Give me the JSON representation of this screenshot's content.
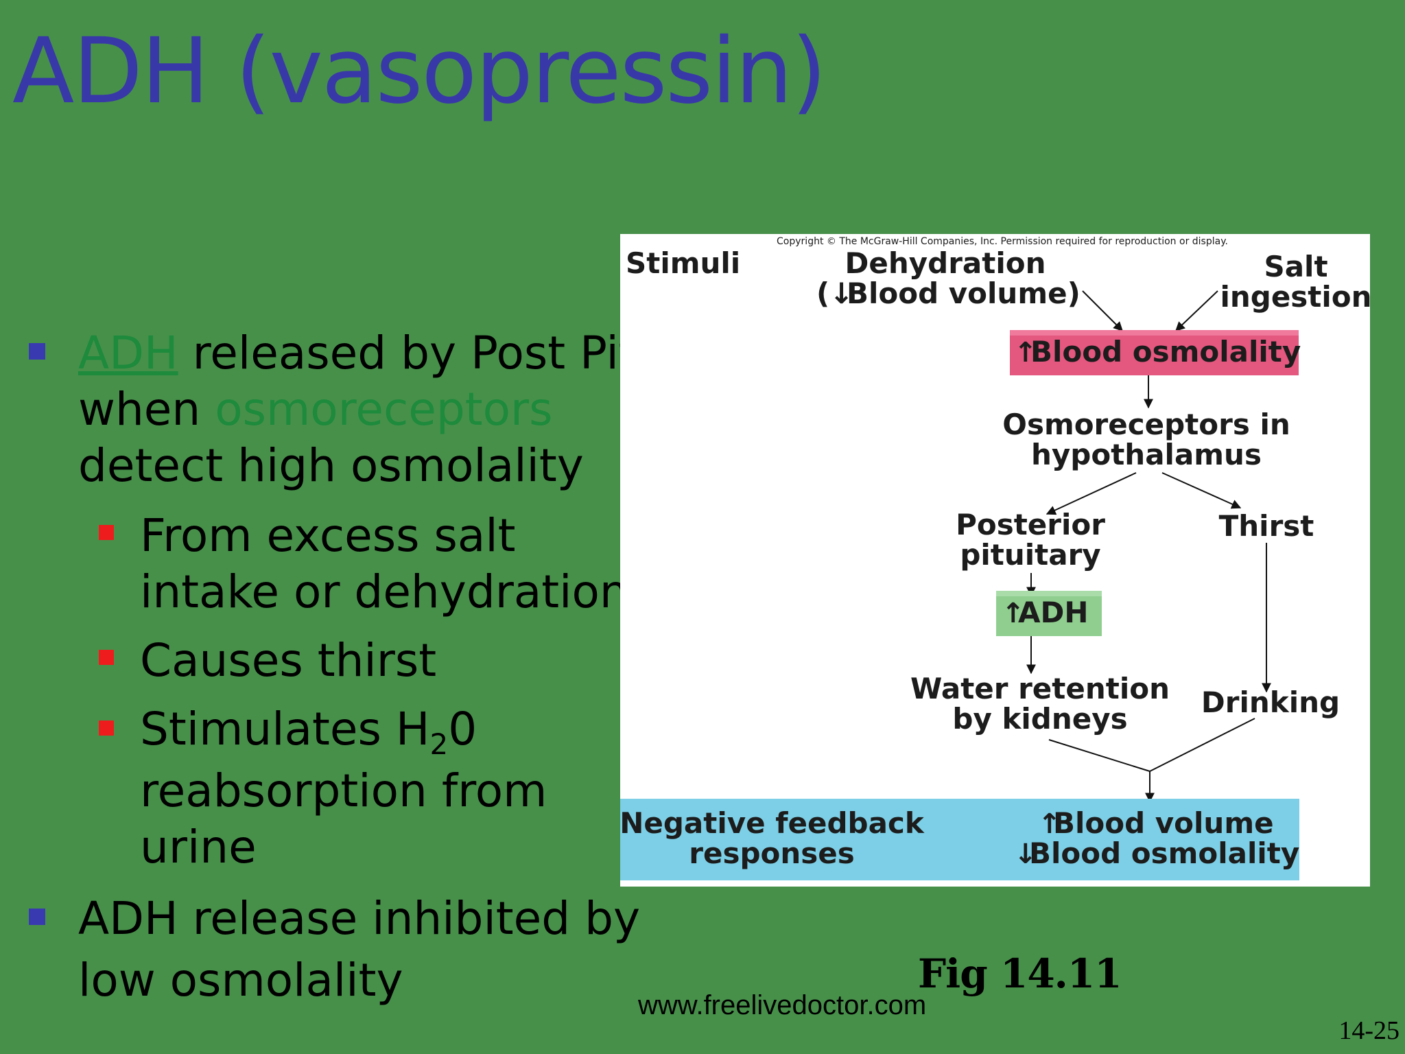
{
  "slide": {
    "title": "ADH (vasopressin)",
    "slide_number": "14-25",
    "figure_caption": "Fig 14.11",
    "website": "www.freelivedoctor.com"
  },
  "bullets": [
    {
      "link": "ADH",
      "line1_rest": " released by Post Pit",
      "line2_prefix": "when ",
      "line2_highlight": "osmoreceptors",
      "line3": "detect high osmolality"
    },
    {
      "line1": "ADH release inhibited by",
      "line2": "low osmolality"
    }
  ],
  "sub_bullets": [
    {
      "line1": "From excess salt",
      "line2": "intake or dehydration"
    },
    {
      "line1": "Causes thirst"
    },
    {
      "pre": "Stimulates H",
      "sub": "2",
      "post": "0",
      "line2": "reabsorption from",
      "line3": "urine"
    }
  ],
  "diagram": {
    "copyright": "Copyright © The McGraw-Hill Companies, Inc. Permission required for reproduction or display.",
    "stimuli": "Stimuli",
    "dehydration": "Dehydration",
    "blood_volume_paren": "Blood volume)",
    "salt": "Salt",
    "ingestion": "ingestion",
    "blood_osmolality": "Blood osmolality",
    "osmo_line1": "Osmoreceptors in",
    "osmo_line2": "hypothalamus",
    "posterior": "Posterior",
    "pituitary": "pituitary",
    "thirst": "Thirst",
    "adh": "ADH",
    "water_line1": "Water retention",
    "water_line2": "by kidneys",
    "drinking": "Drinking",
    "neg_line1": "Negative feedback",
    "neg_line2": "responses",
    "result_line1": "Blood volume",
    "result_line2": "Blood osmolality",
    "colors": {
      "pink": "#e4577f",
      "green": "#8fce8f",
      "blue": "#7ccfe6"
    }
  }
}
